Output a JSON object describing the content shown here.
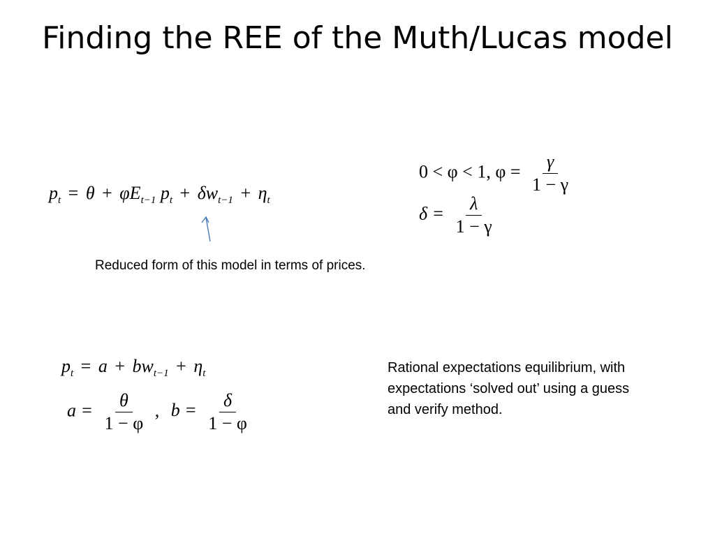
{
  "slide": {
    "title": "Finding the REE of the Muth/Lucas model",
    "eq_main": {
      "lhs": "p",
      "lhs_sub": "t",
      "eq": "=",
      "t1": "θ",
      "plus1": "+",
      "t2": "φE",
      "t2_sub": "t−1",
      "t3": "p",
      "t3_sub": "t",
      "plus2": "+",
      "t4": "δw",
      "t4_sub": "t−1",
      "plus3": "+",
      "t5": "η",
      "t5_sub": "t"
    },
    "eq_params": {
      "line1_prefix": "0 < φ < 1, φ =",
      "line1_num": "γ",
      "line1_den": "1 − γ",
      "line2_lhs": "δ =",
      "line2_num": "λ",
      "line2_den": "1 − γ"
    },
    "caption_reduced": "Reduced form of this model in terms of prices.",
    "eq_ree": {
      "line1_lhs": "p",
      "line1_lhs_sub": "t",
      "line1_eq": "=",
      "line1_a": "a",
      "line1_plus1": "+",
      "line1_bw": "bw",
      "line1_bw_sub": "t−1",
      "line1_plus2": "+",
      "line1_eta": "η",
      "line1_eta_sub": "t",
      "a_lhs": "a =",
      "a_num": "θ",
      "a_den": "1 − φ",
      "sep": ",",
      "b_lhs": "b =",
      "b_num": "δ",
      "b_den": "1 − φ"
    },
    "caption_ree": "Rational expectations equilibrium, with expectations ‘solved out’ using a guess and verify method.",
    "colors": {
      "arrow": "#4a7ab8",
      "text": "#000000",
      "background": "#ffffff"
    }
  }
}
